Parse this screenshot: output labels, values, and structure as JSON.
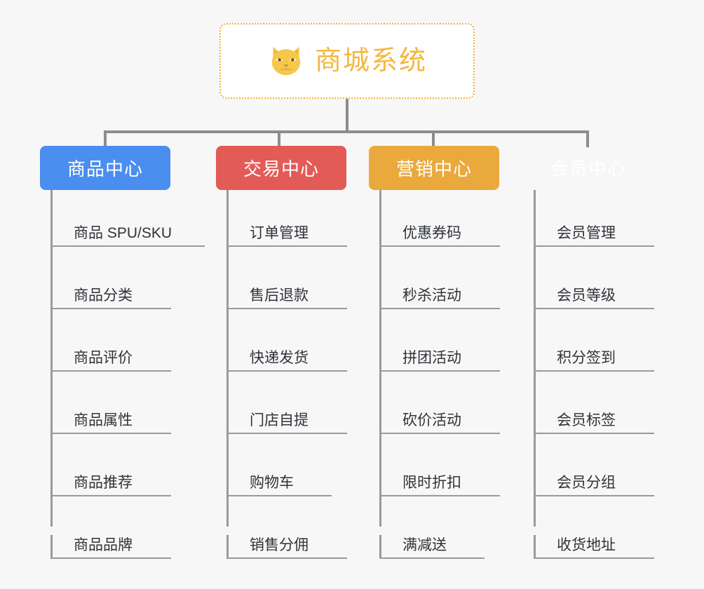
{
  "diagram": {
    "title": "商城系统",
    "root_icon": "shiba-dog-face-icon",
    "root_border_color": "#f0b03c",
    "root_text_color": "#f4b740",
    "background_color": "#f7f7f7",
    "connector_color": "#8c8c8c",
    "leaf_text_color": "#2f3338",
    "columns": [
      {
        "label": "商品中心",
        "color": "#4a8ef0",
        "items": [
          "商品 SPU/SKU",
          "商品分类",
          "商品评价",
          "商品属性",
          "商品推荐",
          "商品品牌"
        ]
      },
      {
        "label": "交易中心",
        "color": "#e35b57",
        "items": [
          "订单管理",
          "售后退款",
          "快递发货",
          "门店自提",
          "购物车",
          "销售分佣"
        ]
      },
      {
        "label": "营销中心",
        "color": "#eaa93c",
        "items": [
          "优惠券码",
          "秒杀活动",
          "拼团活动",
          "砍价活动",
          "限时折扣",
          "满减送"
        ]
      },
      {
        "label": "会员中心",
        "color": "#79c council",
        "items": [
          "会员管理",
          "会员等级",
          "积分签到",
          "会员标签",
          "会员分组",
          "收货地址"
        ]
      }
    ]
  }
}
